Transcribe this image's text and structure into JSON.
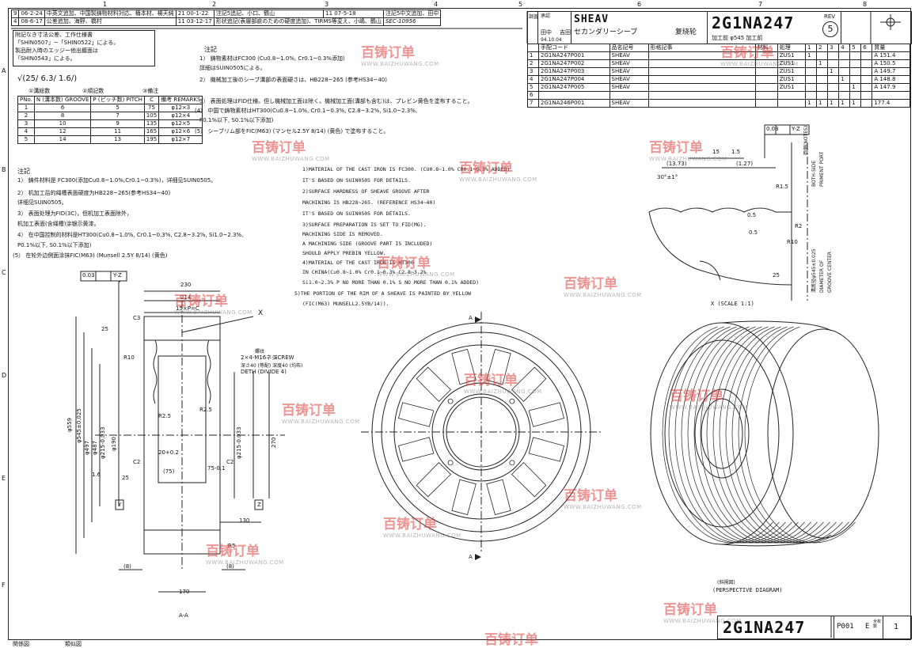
{
  "revision_block": [
    {
      "mark": "9",
      "date": "06-2-24",
      "text": "中英文追加、中国製鋳物材料対応、桶本材、楊天純"
    },
    {
      "mark": "4",
      "date": "08-6-17",
      "text": "公差追加、海野、橋村"
    },
    {
      "mark": "2",
      "date": "21 00-1-22",
      "text": "注記5追記、小口、鶴山"
    },
    {
      "mark": "3",
      "date": "11 07-5-18",
      "text": "注記5中文追加、田中"
    },
    {
      "mark": "3",
      "date": "11 03-12-17",
      "text": "形状追記(表層部疵のための硬度追加)、TIRMS等変え、小嶋、鶴山"
    }
  ],
  "revision_handwritten": "SEC-10956",
  "subst_note": [
    "附記なき寸法公差、工作仕様書",
    "「SHIN0507」~「SHIN0522」による。",
    "製品耐入時のエッジー他出鍍面は",
    "「SHIN0543」による。"
  ],
  "roughness_symbol": "√(25/ 6.3/ 1.6/)",
  "groove_table": {
    "head_notes": [
      "①溝総数",
      "②順記数",
      "③備注"
    ],
    "columns": [
      "PNo.",
      "N (溝本数) GROOVE",
      "P (ピッチ数) PITCH",
      "C",
      "備考 REMARKS"
    ],
    "rows": [
      [
        "1",
        "6",
        "5",
        "75",
        "φ12×3"
      ],
      [
        "2",
        "8",
        "7",
        "105",
        "φ12×4"
      ],
      [
        "3",
        "10",
        "9",
        "135",
        "φ12×5"
      ],
      [
        "4",
        "12",
        "11",
        "165",
        "φ12×6"
      ],
      [
        "5",
        "14",
        "13",
        "195",
        "φ12×7"
      ]
    ]
  },
  "jp_notes_title": "注記",
  "jp_notes": [
    "1） 鋳物素材はFC300 (Cu0.8~1.0%, Cr0.1~0.3%添加)",
    "    詳細はSUIN0505による。",
    "2） 機械加工後のシーブ溝部の表面硬さは、HB228~265 (参考HS34~40)",
    "3） 表面処理はFID仕様。但し機械加工面は除く。機械加工面(溝部も含む)は、プレビン黄色を塗布すること。",
    "(4） 中国で鋳物素材はHT300(Cu0.8~1.0%, Cr0.1~0.3%, C2.8~3.2%, Si1.0~2.3%,",
    "    P0.1%以下, S0.1%以下添加)",
    "(5） シーブリム部をFIC(M63) (マンセル2.5Y 8/14) (黄色) で塗布すること。"
  ],
  "cn_notes_title": "注記",
  "cn_notes": [
    "1） 鋳件材料是 FC300(添加Cu0.8~1.0%,Cr0.1~0.3%)，详细见SUIN0505。",
    "2） 机加工后的绳槽表面硬度为HB228~265(参考HS34~40)",
    "      详细见SUIN0505。",
    "3） 表面处理为FID(3C)，但机加工表面除外，",
    "      机加工表面(含绳槽)涂银示黄漆。",
    "4） 在中国控制的材料是HT300(Cu0.8~1.0%, Cr0.1~0.3%, C2.8~3.2%, Si1.0~2.3%,",
    "      P0.1%以下, S0.1%以下添加)",
    "(5） 在轮外边側面涂抹FIC(M63) (Munsell 2.5Y 8/14) (黄色)"
  ],
  "en_notes": [
    "1)MATERIAL OF THE CAST IRON IS FC300. (CU0.8~1.0% CR0.1~0.3% ADDED)",
    "  IT'S BASED ON SUIN0505 FOR DETAILS.",
    "2)SURFACE HARDNESS OF SHEAVE GROOVE AFTER",
    "  MACHINING IS HB228~265. (REFERENCE HS34~40)",
    "  IT'S BASED ON SUIN0505 FOR DETAILS.",
    "3)SURFACE PREPARATION IS SET TO FID(MG).",
    "  MACHINING SIDE IS REMOVED.",
    "  A MACHINING SIDE (GROOVE PART IS INCLUDED)",
    "  SHOULD APPLY PREBIN YELLOW.",
    "4)MATERIAL OF THE CAST IRON IS HT300",
    "  IN CHINA(Cu0.8~1.0% Cr0.1~0.3% C2.8~3.2%",
    "  Si1.0~2.3% P NO MORE THAN 0.1% S NO MORE THAN 0.1% ADDED)",
    "5)THE PORTION OF THE RIM OF A SHEAVE IS PAINTED BY YELLOW",
    "  (FIC(M63) MUNSELL2.5YB/14))."
  ],
  "title_block": {
    "label_check": "調査",
    "label_approve": "承認",
    "label_draw": "設計",
    "name_checker": "田中",
    "name_designer": "吉田",
    "date": "94.10.04",
    "part_name_en": "SHEAV",
    "part_name_jp": "セカンダリーシーブ",
    "part_name_cn": "复绕轮",
    "drawing_number": "2G1NA247",
    "rev_label": "REV",
    "rev_value": "5",
    "machining_note": "加工前 φ545 加工前"
  },
  "parts_header": [
    "",
    "手配コード",
    "品名記号",
    "形格記事",
    "材料",
    "処理",
    "1",
    "2",
    "3",
    "4",
    "5",
    "6",
    "質量"
  ],
  "parts_rows": [
    [
      "1",
      "2G1NA247P001",
      "SHEAV",
      "",
      "",
      "ZUS1",
      "1",
      "",
      "",
      "",
      "",
      "",
      "A 151.4"
    ],
    [
      "2",
      "2G1NA247P002",
      "SHEAV",
      "",
      "",
      "ZUS1",
      "",
      "1",
      "",
      "",
      "",
      "",
      "A 150.5"
    ],
    [
      "3",
      "2G1NA247P003",
      "SHEAV",
      "",
      "",
      "ZUS1",
      "",
      "",
      "1",
      "",
      "",
      "",
      "A 149.7"
    ],
    [
      "4",
      "2G1NA247P004",
      "SHEAV",
      "",
      "",
      "ZUS1",
      "",
      "",
      "",
      "1",
      "",
      "",
      "A 148.8"
    ],
    [
      "5",
      "2G1NA247P005",
      "SHEAV",
      "",
      "",
      "ZUS1",
      "",
      "",
      "",
      "",
      "1",
      "",
      "A 147.9"
    ],
    [
      "6",
      "",
      "",
      "",
      "",
      "",
      "",
      "",
      "",
      "",
      "",
      "",
      ""
    ],
    [
      "7",
      "2G1NA246P001",
      "SHEAV",
      "",
      "",
      "",
      "1",
      "1",
      "1",
      "1",
      "1",
      "",
      "177.4"
    ]
  ],
  "detail_view": {
    "tolerance_frame": [
      "0.03",
      "Y-Z"
    ],
    "dims": [
      "15",
      "1.5",
      "(13.73)",
      "(1.27)",
      "30°±1°",
      "R1.5",
      "0.5",
      "0.5",
      "R2",
      "R10",
      "25"
    ],
    "labels_vertical": [
      "両側(NOTES)",
      "BOTH-SIDE",
      "PRIMENT PORT",
      "溝底径φ545±0.025",
      "DIAMETER OF",
      "GROOVE CENTER"
    ],
    "caption": "X (SCALE 1:1)"
  },
  "section_view": {
    "tolerance_frame": [
      "0.03",
      "Y-Z"
    ],
    "dims": [
      "230",
      "214",
      "15×P=C",
      "X",
      "C3",
      "R10",
      "R2.5",
      "R2.5",
      "20+0.2",
      "(75)",
      "75-0.1",
      "C2",
      "C2",
      "1.6",
      "130",
      "R5",
      "(8)",
      "(8)",
      "170",
      "φ559",
      "φ545±0.025",
      "φ497",
      "φ487",
      "φ215-0.033",
      "φ190",
      "φ215-0.033",
      "270",
      "25",
      "25"
    ],
    "datum_Y": "Y",
    "datum_Z": "Z",
    "screw_note": [
      "2×4-M16ネジ",
      "SCREW",
      "深さ40 (等配) 深度40 (均布)",
      "DETH (DIVIDE 4)"
    ],
    "caption": "A-A"
  },
  "front_view": {
    "section_mark": "A"
  },
  "perspective_caption": [
    "(斜視図)",
    "(PERSPECTIVE DIAGRAM)"
  ],
  "bottom_right": {
    "drawing_number": "2G1NA247",
    "page_code": "P001",
    "page_label": "E",
    "total_label": "全枚数",
    "total": "1"
  },
  "footer_left": [
    "関係図",
    "類似図"
  ],
  "grid_columns": [
    "1",
    "2",
    "3",
    "4",
    "5",
    "6",
    "7",
    "8"
  ],
  "grid_rows": [
    "A",
    "B",
    "C",
    "D",
    "E",
    "F"
  ],
  "watermark": {
    "brand": "百铸订单",
    "url": "WWW.BAIZHUWANG.COM"
  },
  "colors": {
    "watermark_red": "#e23b3b",
    "line": "#222222"
  }
}
